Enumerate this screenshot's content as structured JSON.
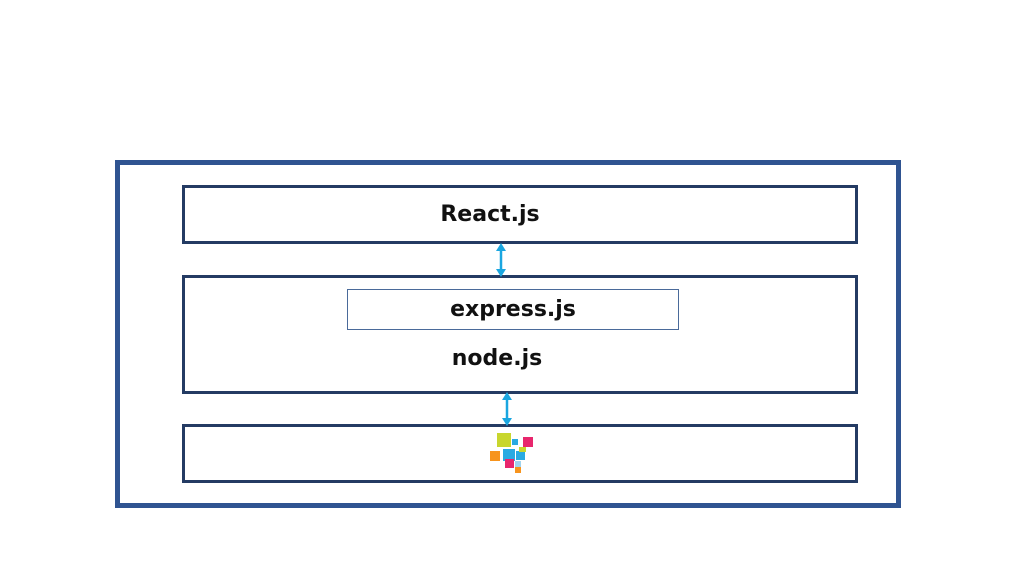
{
  "diagram": {
    "layers": {
      "react": {
        "label": "React.js"
      },
      "express": {
        "label": "express.js"
      },
      "node": {
        "label": "node.js"
      },
      "database": {
        "logo": "colored-squares-logo"
      }
    },
    "connectors": [
      {
        "from": "React.js",
        "to": "node.js",
        "type": "bidirectional-arrow"
      },
      {
        "from": "node.js",
        "to": "database",
        "type": "bidirectional-arrow"
      }
    ],
    "colors": {
      "outer_frame": "#2f5491",
      "layer_border": "#243b63",
      "arrow": "#1aa6e0",
      "logo_squares": [
        "#c8d62e",
        "#e8266d",
        "#f7941d",
        "#29aae2",
        "#9fd3ee"
      ]
    }
  }
}
